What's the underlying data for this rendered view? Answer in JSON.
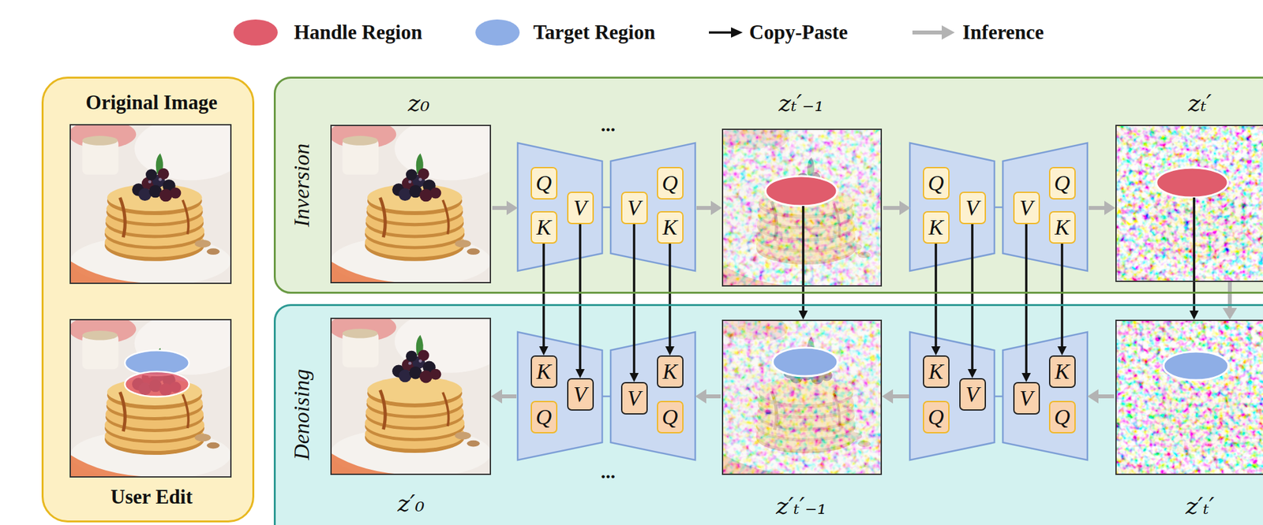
{
  "diagram": {
    "nodes": [
      {
        "text": [
          "Original Image",
          "User Edit"
        ]
      },
      {
        "text": [
          "Inversion"
        ]
      },
      {
        "text": [
          "z₀"
        ],
        "in": 1
      },
      {
        "text": [
          "Q"
        ],
        "in": 1
      },
      {
        "text": [
          "K"
        ],
        "in": 1
      },
      {
        "text": [
          "V"
        ],
        "in": 1
      },
      {
        "text": [
          "V"
        ],
        "in": 1
      },
      {
        "text": [
          "Q"
        ],
        "in": 1
      },
      {
        "text": [
          "K"
        ],
        "in": 1
      },
      {
        "text": [
          "zₜ′₋₁"
        ],
        "in": 1
      },
      {
        "text": [
          "Q"
        ],
        "in": 1
      },
      {
        "text": [
          "K"
        ],
        "in": 1
      },
      {
        "text": [
          "V"
        ],
        "in": 1
      },
      {
        "text": [
          "V"
        ],
        "in": 1
      },
      {
        "text": [
          "Q"
        ],
        "in": 1
      },
      {
        "text": [
          "K"
        ],
        "in": 1
      },
      {
        "text": [
          "zₜ′"
        ],
        "in": 1
      },
      {
        "text": [
          "Denoising"
        ]
      },
      {
        "text": [
          "z′₀"
        ],
        "in": 17
      },
      {
        "text": [
          "K"
        ],
        "in": 17
      },
      {
        "text": [
          "Q"
        ],
        "in": 17
      },
      {
        "text": [
          "V"
        ],
        "in": 17
      },
      {
        "text": [
          "V"
        ],
        "in": 17
      },
      {
        "text": [
          "K"
        ],
        "in": 17
      },
      {
        "text": [
          "Q"
        ],
        "in": 17
      },
      {
        "text": [
          "z′ₜ′₋₁"
        ],
        "in": 17
      },
      {
        "text": [
          "K"
        ],
        "in": 17
      },
      {
        "text": [
          "Q"
        ],
        "in": 17
      },
      {
        "text": [
          "V"
        ],
        "in": 17
      },
      {
        "text": [
          "V"
        ],
        "in": 17
      },
      {
        "text": [
          "K"
        ],
        "in": 17
      },
      {
        "text": [
          "Q"
        ],
        "in": 17
      },
      {
        "text": [
          "z′ₜ′"
        ],
        "in": 17
      }
    ],
    "edges": [
      {
        "from": 4,
        "to": 19,
        "arrow": "to"
      },
      {
        "from": 5,
        "to": 21,
        "arrow": "to"
      },
      {
        "from": 6,
        "to": 22,
        "arrow": "to"
      },
      {
        "from": 8,
        "to": 23,
        "arrow": "to"
      },
      {
        "from": 11,
        "to": 26,
        "arrow": "to"
      },
      {
        "from": 12,
        "to": 28,
        "arrow": "to"
      },
      {
        "from": 13,
        "to": 29,
        "arrow": "to"
      },
      {
        "from": 15,
        "to": 30,
        "arrow": "to"
      },
      {
        "from": 9,
        "to": 25,
        "arrow": "to"
      },
      {
        "from": 16,
        "to": 32,
        "arrow": "to"
      },
      {
        "from": 16,
        "to": 32,
        "arrow": "to"
      }
    ],
    "labels": [
      "...",
      "..."
    ],
    "legend": [
      {
        "text": "Handle Region",
        "color": "#e05c6c"
      },
      {
        "text": "Target Region",
        "color": "#8eaee6"
      },
      {
        "text": "Copy-Paste"
      },
      {
        "text": "Inference"
      }
    ]
  }
}
